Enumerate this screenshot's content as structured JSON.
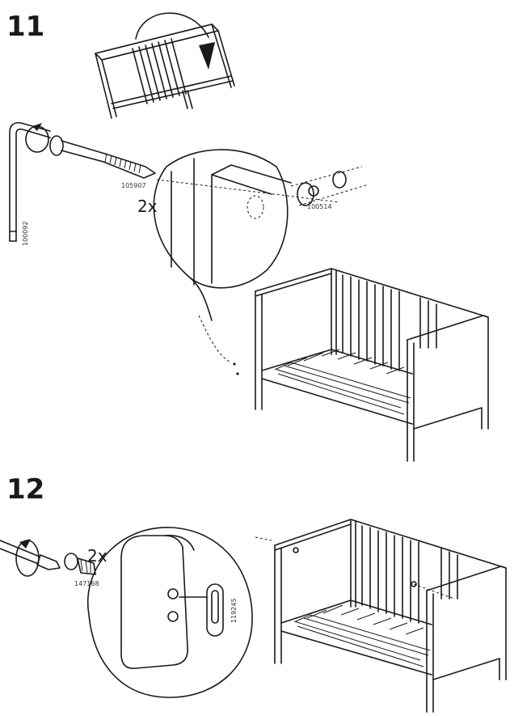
{
  "steps": [
    {
      "number": "11",
      "quantity": "2x",
      "parts": {
        "allen_key": "100092",
        "bolt": "105907",
        "barrel_nut": "100514"
      }
    },
    {
      "number": "12",
      "quantity": "2x",
      "parts": {
        "dowel": "147168",
        "cam_lock": "119245"
      }
    }
  ]
}
